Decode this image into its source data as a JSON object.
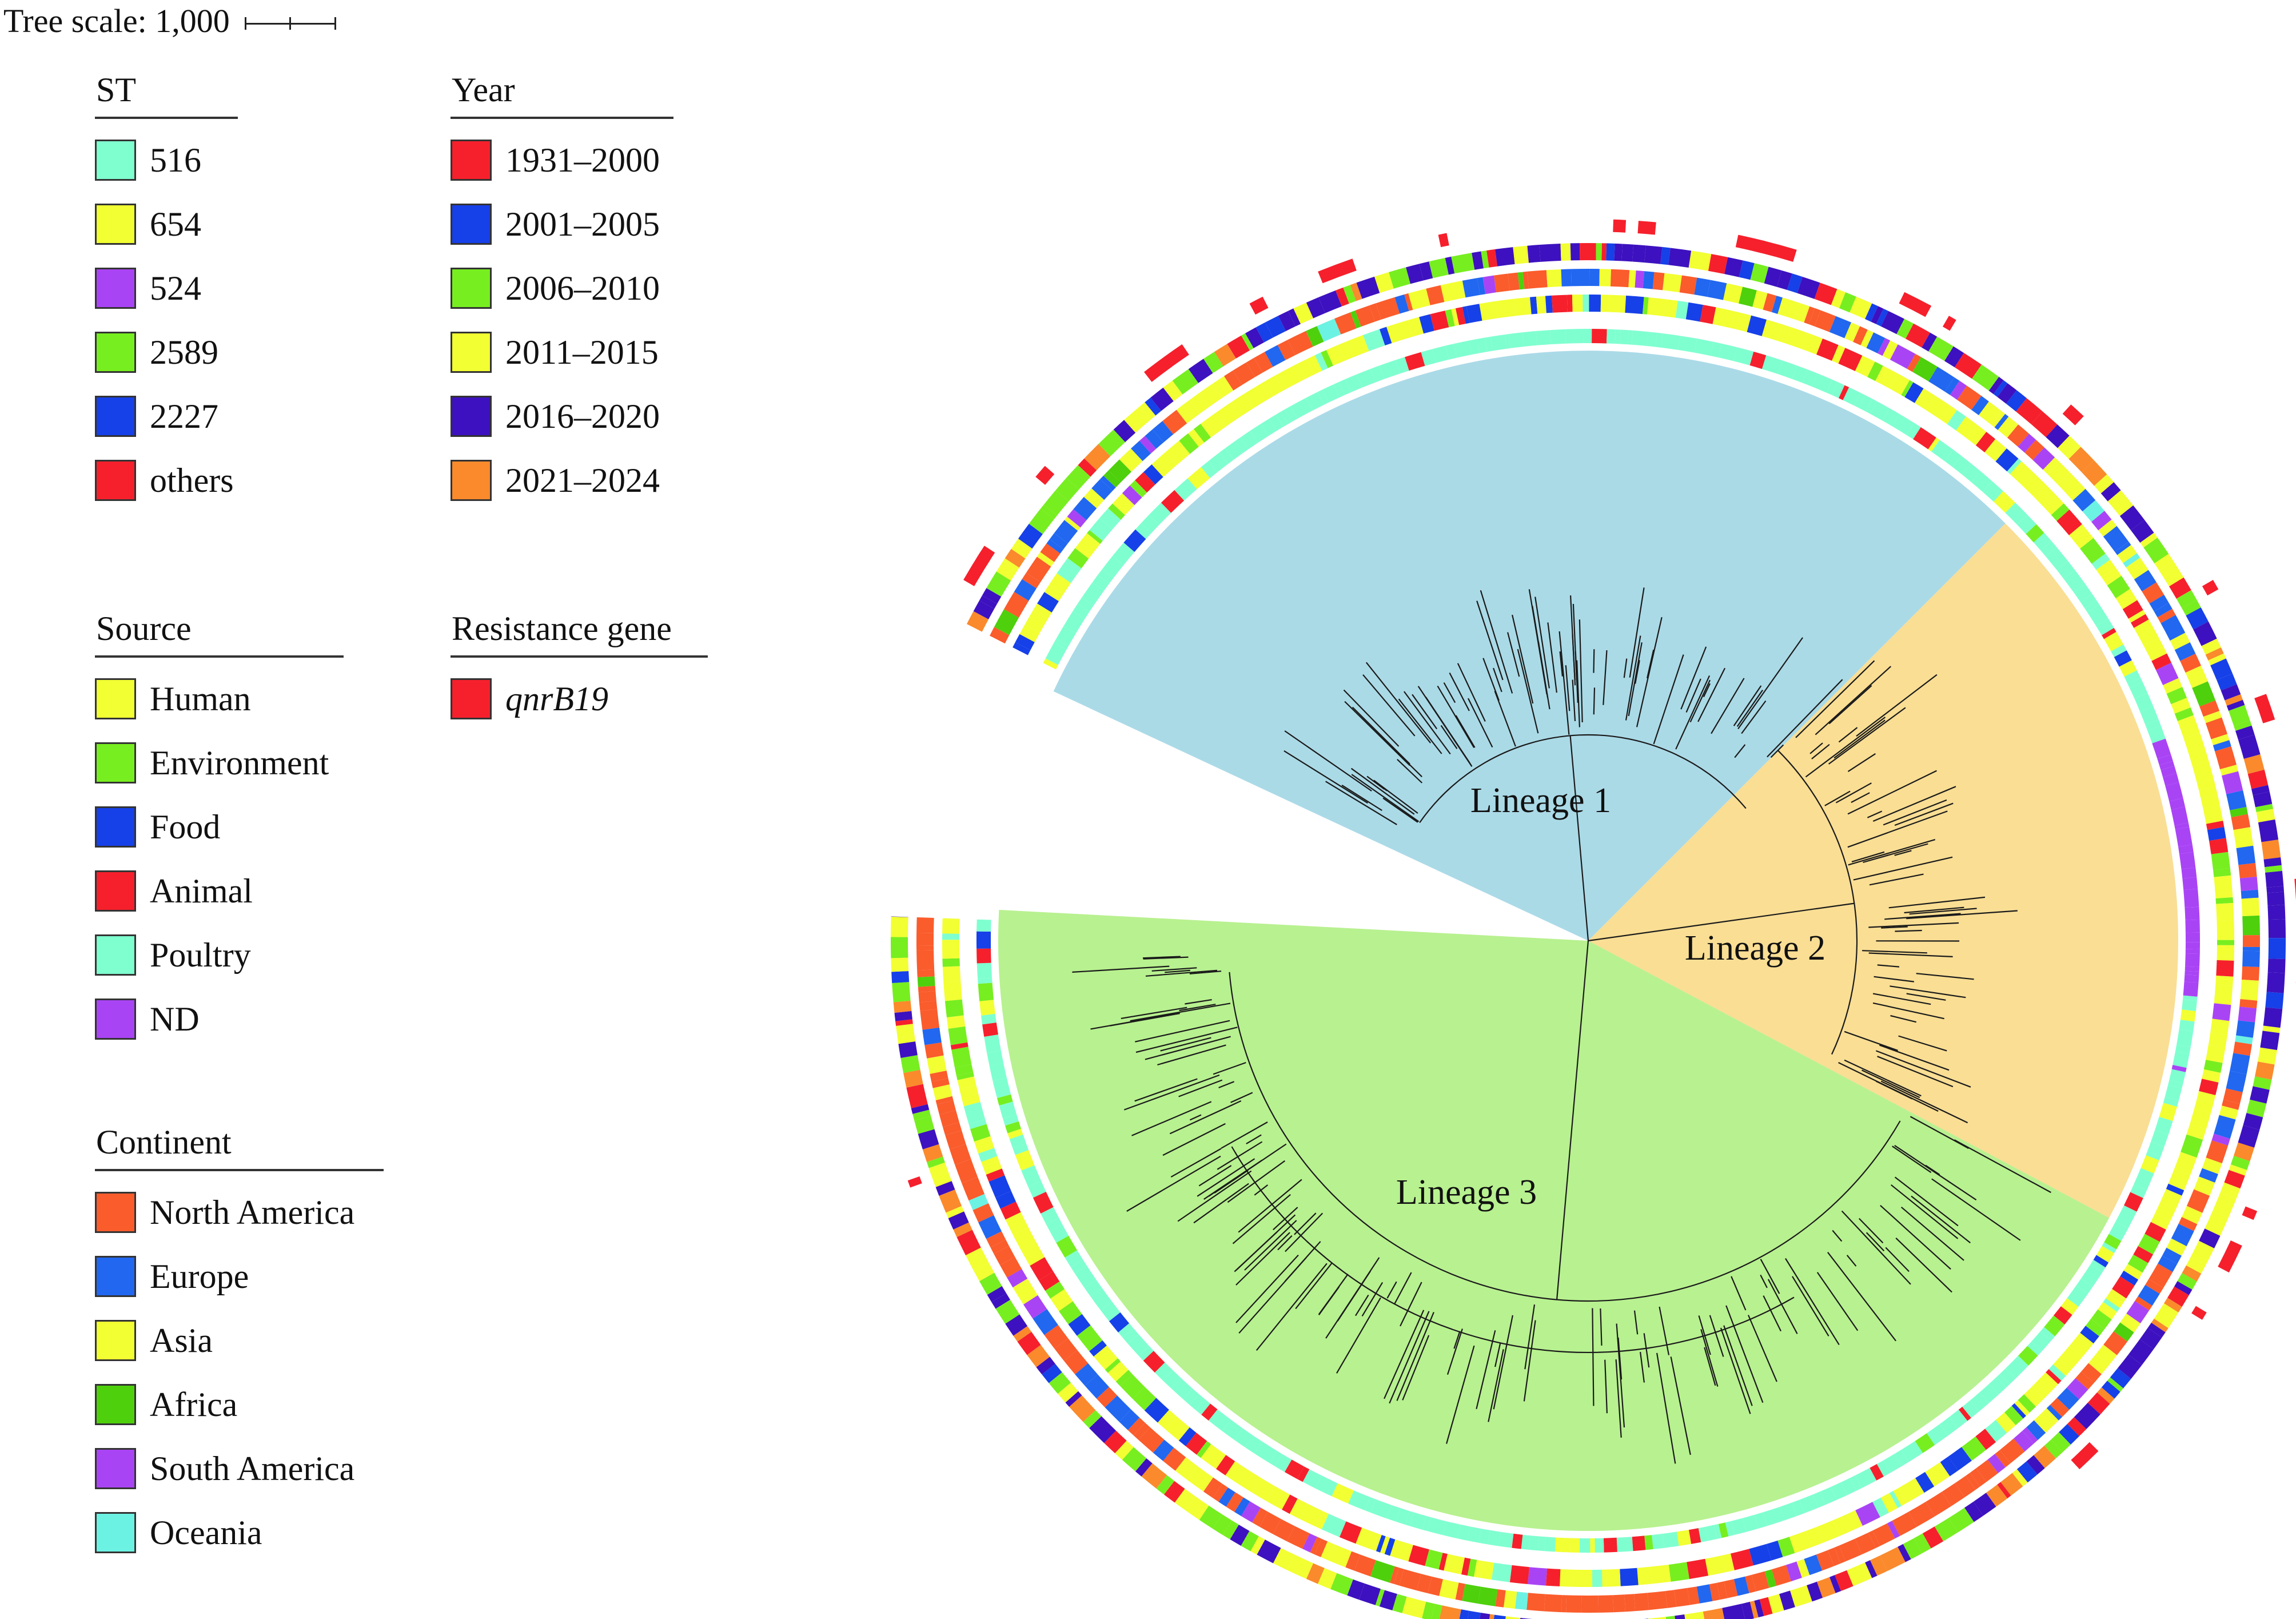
{
  "tree_scale": {
    "label": "Tree scale: 1,000"
  },
  "legends": [
    {
      "id": "st",
      "title": "ST",
      "italic": false,
      "items": [
        {
          "label": "516",
          "color": "#7fffd0"
        },
        {
          "label": "654",
          "color": "#f2ff32"
        },
        {
          "label": "524",
          "color": "#a944f5"
        },
        {
          "label": "2589",
          "color": "#77ee20"
        },
        {
          "label": "2227",
          "color": "#1640e8"
        },
        {
          "label": "others",
          "color": "#f5202c"
        }
      ]
    },
    {
      "id": "year",
      "title": "Year",
      "italic": false,
      "items": [
        {
          "label": "1931–2000",
          "color": "#f5202c"
        },
        {
          "label": "2001–2005",
          "color": "#1640e8"
        },
        {
          "label": "2006–2010",
          "color": "#77ee20"
        },
        {
          "label": "2011–2015",
          "color": "#f2ff32"
        },
        {
          "label": "2016–2020",
          "color": "#3d11bf"
        },
        {
          "label": "2021–2024",
          "color": "#fa8a2c"
        }
      ]
    },
    {
      "id": "source",
      "title": "Source",
      "italic": false,
      "items": [
        {
          "label": "Human",
          "color": "#f2ff32"
        },
        {
          "label": "Environment",
          "color": "#77ee20"
        },
        {
          "label": "Food",
          "color": "#1640e8"
        },
        {
          "label": "Animal",
          "color": "#f5202c"
        },
        {
          "label": "Poultry",
          "color": "#7fffd0"
        },
        {
          "label": "ND",
          "color": "#a944f5"
        }
      ]
    },
    {
      "id": "resistance",
      "title": "Resistance gene",
      "italic": true,
      "items": [
        {
          "label": "qnrB19",
          "color": "#f5202c"
        }
      ]
    },
    {
      "id": "continent",
      "title": "Continent",
      "italic": false,
      "items": [
        {
          "label": "North America",
          "color": "#fa5c2c"
        },
        {
          "label": "Europe",
          "color": "#2167f0"
        },
        {
          "label": "Asia",
          "color": "#f2ff32"
        },
        {
          "label": "Africa",
          "color": "#4ed00c"
        },
        {
          "label": "South America",
          "color": "#a944f5"
        },
        {
          "label": "Oceania",
          "color": "#6cf2e2"
        }
      ]
    }
  ],
  "lineages": [
    {
      "label": "Lineage 1",
      "color": "#a6d8e6"
    },
    {
      "label": "Lineage 2",
      "color": "#f9dc8e"
    },
    {
      "label": "Lineage 3",
      "color": "#b4f08a"
    }
  ]
}
